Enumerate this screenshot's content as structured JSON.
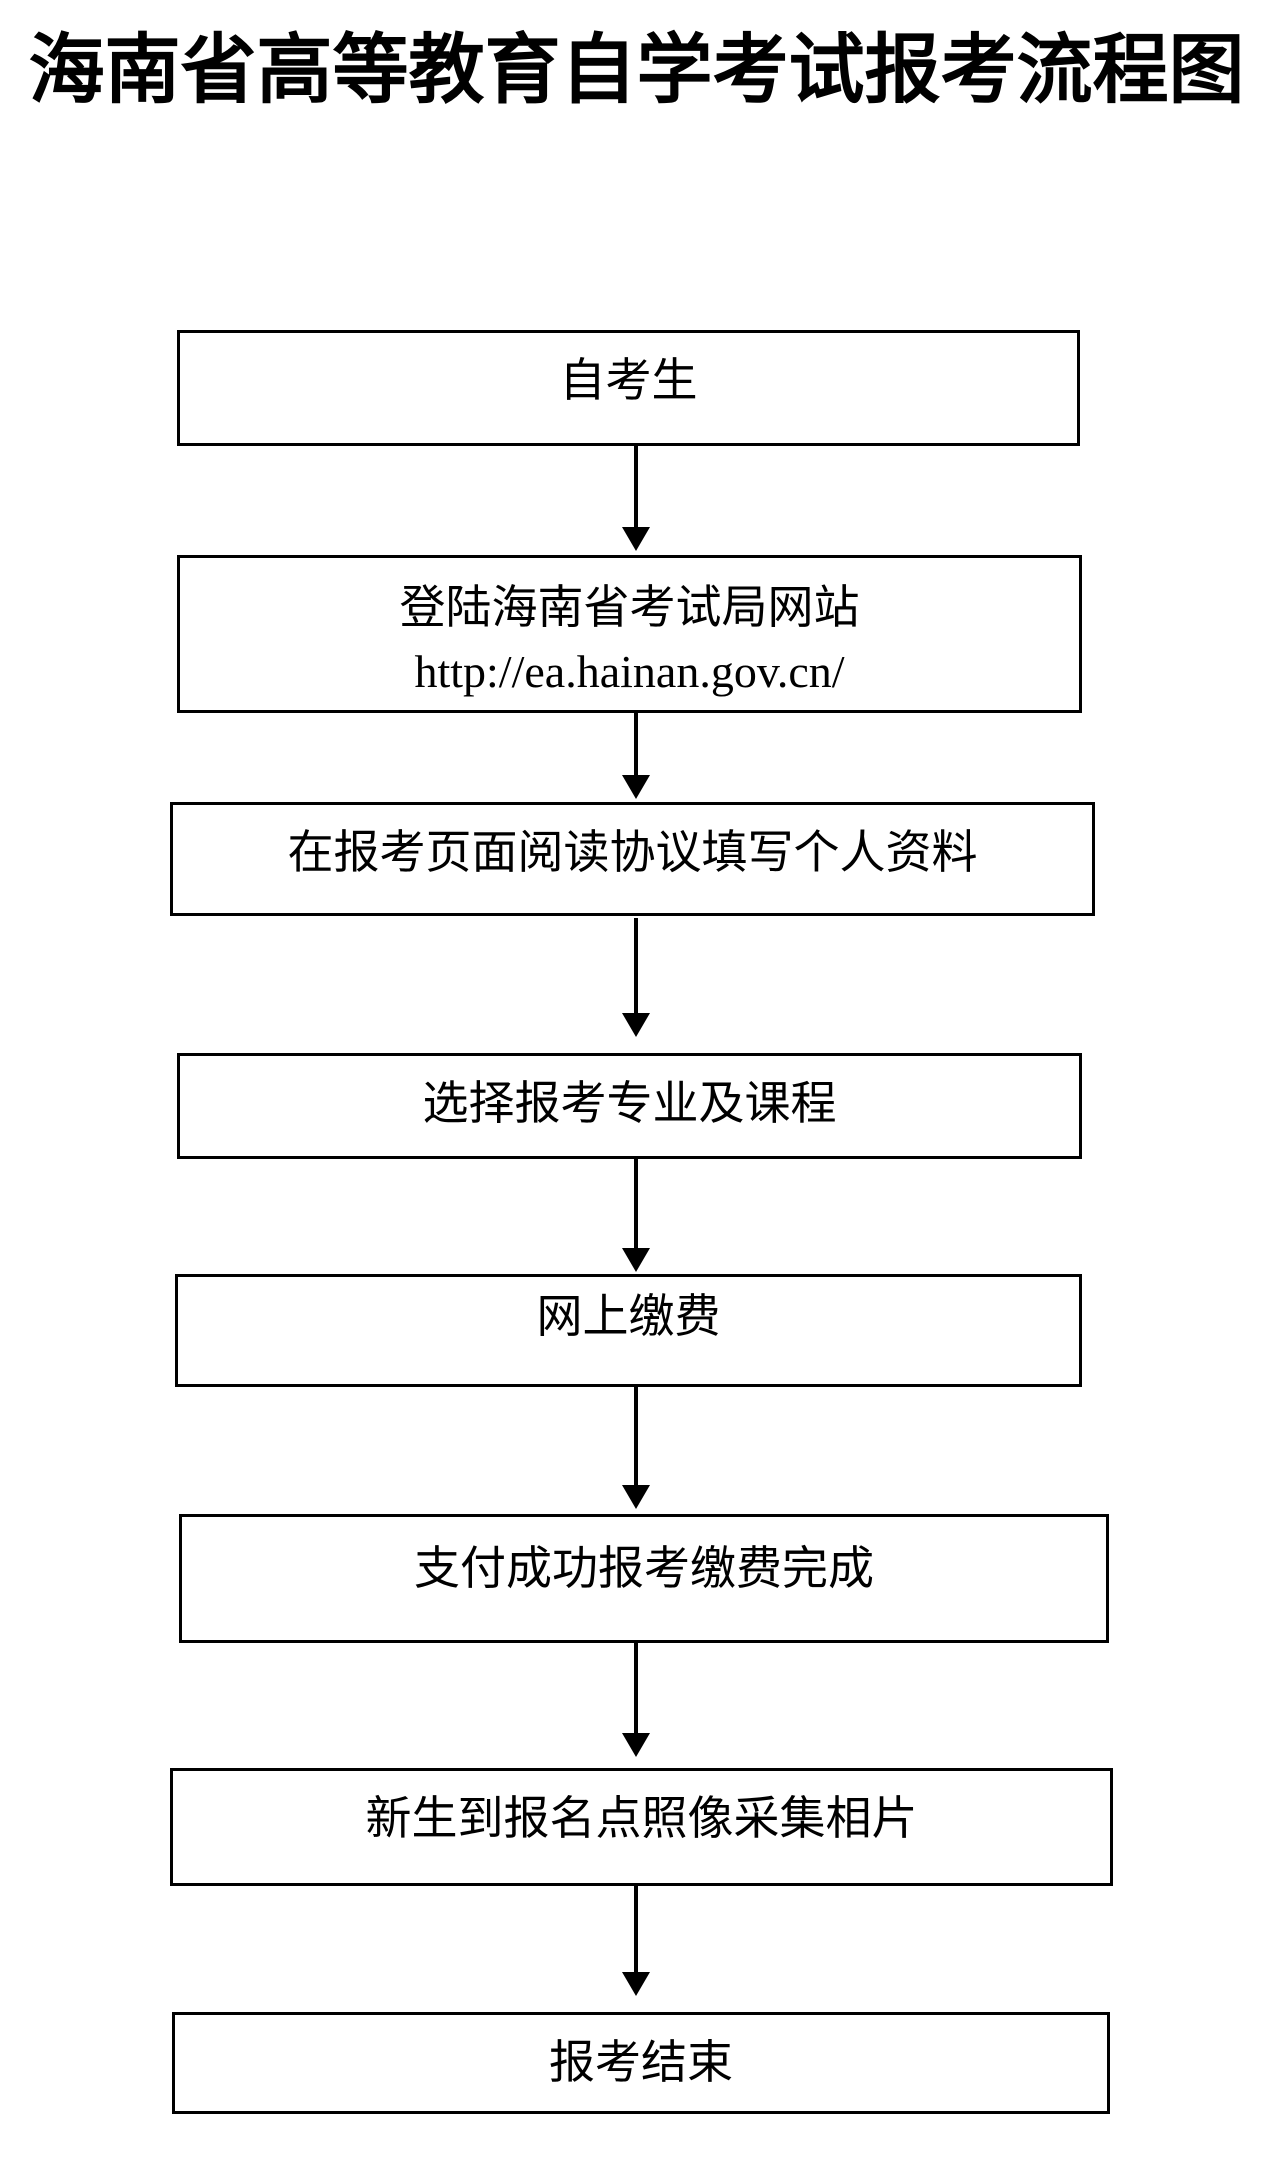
{
  "title": "海南省高等教育自学考试报考流程图",
  "flowchart": {
    "type": "flowchart",
    "direction": "top-down",
    "nodes": [
      {
        "id": "candidate",
        "label": "自考生"
      },
      {
        "id": "login-site",
        "label": "登陆海南省考试局网站",
        "label2": "http://ea.hainan.gov.cn/"
      },
      {
        "id": "fill-info",
        "label": "在报考页面阅读协议填写个人资料"
      },
      {
        "id": "select-courses",
        "label": "选择报考专业及课程"
      },
      {
        "id": "pay-online",
        "label": "网上缴费"
      },
      {
        "id": "pay-success",
        "label": "支付成功报考缴费完成"
      },
      {
        "id": "photo-capture",
        "label": "新生到报名点照像采集相片"
      },
      {
        "id": "finish",
        "label": "报考结束"
      }
    ],
    "edges": [
      {
        "from": "candidate",
        "to": "login-site"
      },
      {
        "from": "login-site",
        "to": "fill-info"
      },
      {
        "from": "fill-info",
        "to": "select-courses"
      },
      {
        "from": "select-courses",
        "to": "pay-online"
      },
      {
        "from": "pay-online",
        "to": "pay-success"
      },
      {
        "from": "pay-success",
        "to": "photo-capture"
      },
      {
        "from": "photo-capture",
        "to": "finish"
      }
    ],
    "colors": {
      "stroke": "#000000",
      "fill": "#ffffff",
      "text": "#000000"
    }
  }
}
